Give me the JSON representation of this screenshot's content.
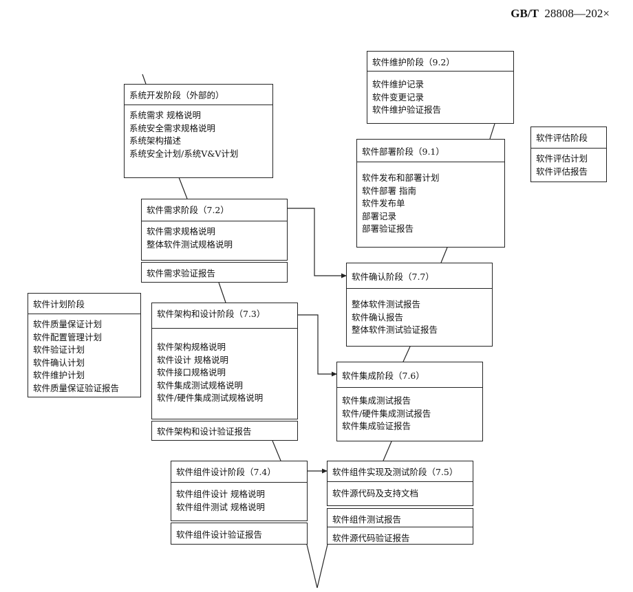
{
  "header": {
    "std": "GB/T",
    "code": "28808—202×"
  },
  "boxes": {
    "sysdev": {
      "title": "系统开发阶段（外部的）",
      "items": [
        "系统需求 规格说明",
        "系统安全需求规格说明",
        "系统架构描述",
        "系统安全计划/系统V&V计划"
      ]
    },
    "req": {
      "title": "软件需求阶段（7.2）",
      "items": [
        "软件需求规格说明",
        "整体软件测试规格说明"
      ]
    },
    "req_ver": {
      "label": "软件需求验证报告"
    },
    "plan": {
      "title": "软件计划阶段",
      "items": [
        "软件质量保证计划",
        "软件配置管理计划",
        "软件验证计划",
        "软件确认计划",
        "软件维护计划",
        "软件质量保证验证报告"
      ]
    },
    "arch": {
      "title": "软件架构和设计阶段（7.3）",
      "items": [
        "软件架构规格说明",
        "软件设计 规格说明",
        "软件接口规格说明",
        "软件集成测试规格说明",
        "软件/硬件集成测试规格说明"
      ]
    },
    "arch_ver": {
      "label": "软件架构和设计验证报告"
    },
    "comp": {
      "title": "软件组件设计阶段（7.4）",
      "items": [
        "软件组件设计 规格说明",
        "软件组件测试 规格说明"
      ]
    },
    "comp_ver": {
      "label": "软件组件设计验证报告"
    },
    "impl": {
      "title": "软件组件实现及测试阶段（7.5）",
      "items": [
        "软件源代码及支持文档"
      ]
    },
    "impl_test": {
      "label": "软件组件测试报告"
    },
    "impl_ver": {
      "label": "软件源代码验证报告"
    },
    "integ": {
      "title": "软件集成阶段（7.6）",
      "items": [
        "软件集成测试报告",
        "软件/硬件集成测试报告",
        "软件集成验证报告"
      ]
    },
    "valid": {
      "title": "软件确认阶段（7.7）",
      "items": [
        "整体软件测试报告",
        "软件确认报告",
        "整体软件测试验证报告"
      ]
    },
    "deploy": {
      "title": "软件部署阶段（9.1）",
      "items": [
        "软件发布和部署计划",
        "软件部署 指南",
        "软件发布单",
        "部署记录",
        "部署验证报告"
      ]
    },
    "maint": {
      "title": "软件维护阶段（9.2）",
      "items": [
        "软件维护记录",
        "软件变更记录",
        "软件维护验证报告"
      ]
    },
    "assess": {
      "title": "软件评估阶段",
      "items": [
        "软件评估计划",
        "软件评估报告"
      ]
    }
  }
}
